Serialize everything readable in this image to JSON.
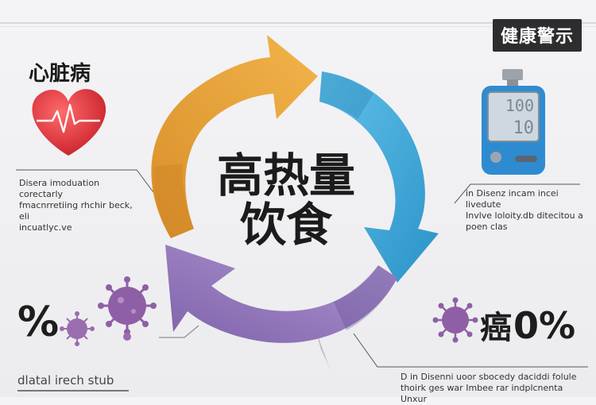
{
  "badge": {
    "text": "健康警示"
  },
  "heart": {
    "title": "心脏病",
    "icon": "heart-pulse-icon"
  },
  "center": {
    "line1": "高热量",
    "line2": "饮食"
  },
  "left_note": {
    "lines": [
      "Disera imoduation corectarly",
      "fmacnrretiing rhchir beck, eli",
      "incuatlyc.ve"
    ]
  },
  "right_note": {
    "lines": [
      "in Disenz incam incei livedute",
      "Invlve loloity.db ditecitou a",
      "poen clas"
    ]
  },
  "bottom_right_note": {
    "lines": [
      "D in Disenni uoor sbocedy daciddi folule",
      "thoirk ges war Imbee rar indplcnenta Unxur"
    ]
  },
  "bottom_left": {
    "percent": "%",
    "caption": "dlatal irech stub"
  },
  "bottom_right": {
    "label": "癌",
    "percent": "0%"
  },
  "monitor": {
    "reading_top": "100",
    "reading_bottom": "10",
    "icon": "blood-pressure-monitor-icon"
  },
  "colors": {
    "orange": "#e8a23a",
    "blue": "#3aa6d8",
    "purple": "#9a7fc0",
    "heart": "#e8383b",
    "virus": "#8f5fa6"
  }
}
